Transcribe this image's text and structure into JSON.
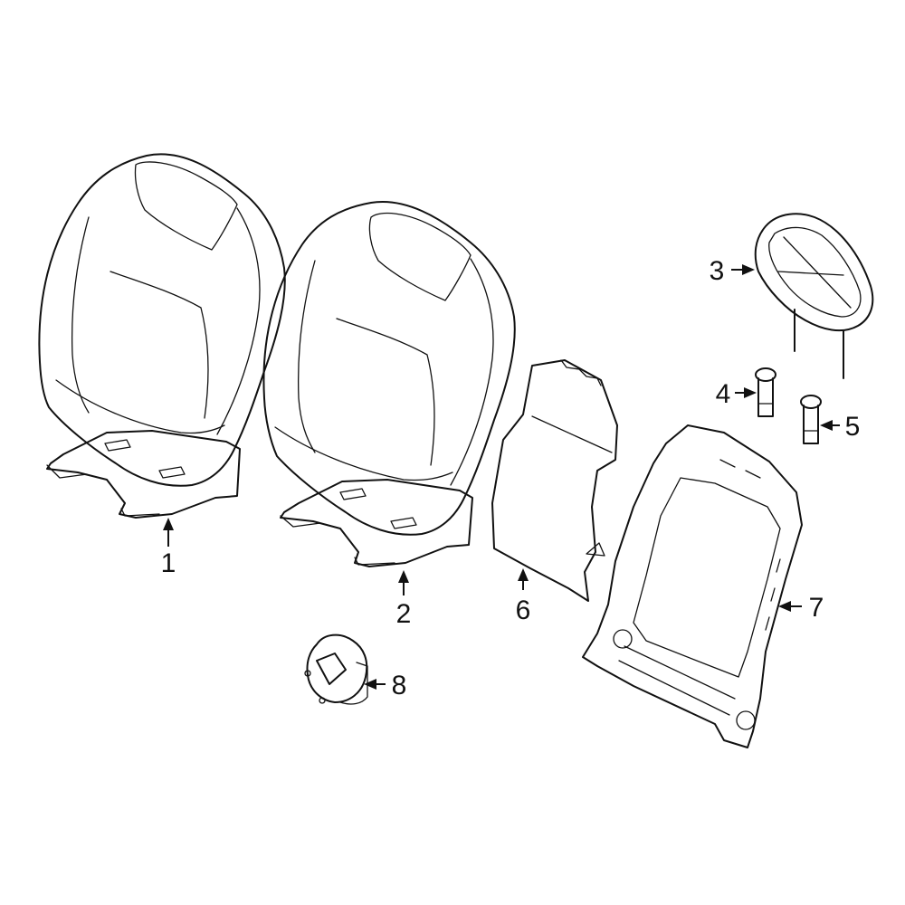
{
  "colors": {
    "highlight": "#3a5fc4",
    "line": "#111111",
    "background": "#ffffff"
  },
  "callouts": [
    "1",
    "2",
    "3",
    "4",
    "5",
    "6",
    "7",
    "8"
  ]
}
